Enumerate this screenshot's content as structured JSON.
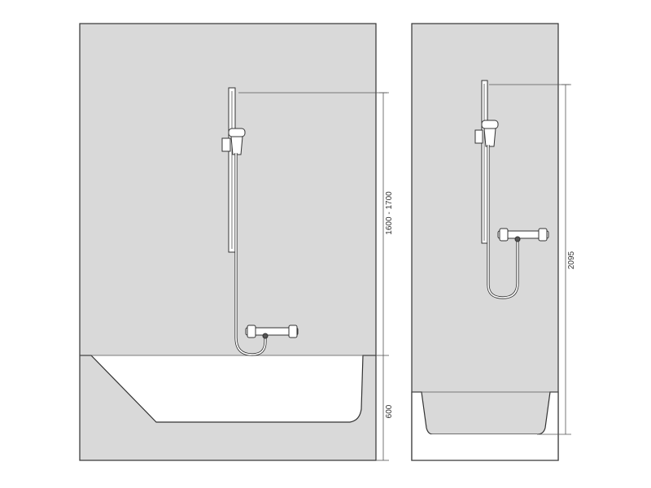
{
  "dimensions": {
    "bath_bar_height": "1600 - 1700",
    "bath_tub_height": "600",
    "shower_total_height": "2095"
  }
}
